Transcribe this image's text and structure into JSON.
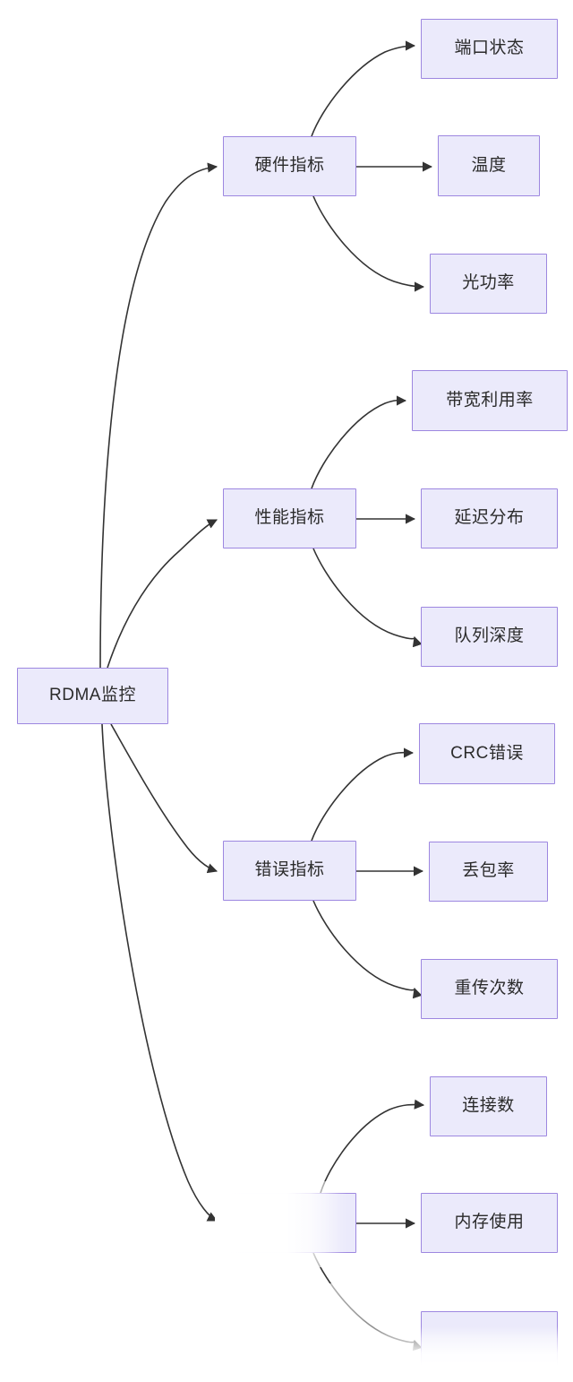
{
  "diagram": {
    "type": "flowchart",
    "direction": "left-to-right",
    "title": "RDMA监控",
    "colors": {
      "node_fill": "#ebeafb",
      "node_border": "#9d87e0",
      "node_text": "#2b2b2b",
      "edge": "#333333",
      "background": "#ffffff"
    },
    "root": {
      "label": "RDMA监控"
    },
    "branches": [
      {
        "label": "硬件指标",
        "leaves": [
          {
            "label": "端口状态"
          },
          {
            "label": "温度"
          },
          {
            "label": "光功率"
          }
        ]
      },
      {
        "label": "性能指标",
        "leaves": [
          {
            "label": "带宽利用率"
          },
          {
            "label": "延迟分布"
          },
          {
            "label": "队列深度"
          }
        ]
      },
      {
        "label": "错误指标",
        "leaves": [
          {
            "label": "CRC错误"
          },
          {
            "label": "丢包率"
          },
          {
            "label": "重传次数"
          }
        ]
      },
      {
        "label": "",
        "obscured": true,
        "leaves": [
          {
            "label": "连接数"
          },
          {
            "label": "内存使用"
          },
          {
            "label": "",
            "obscured": true
          }
        ]
      }
    ]
  }
}
